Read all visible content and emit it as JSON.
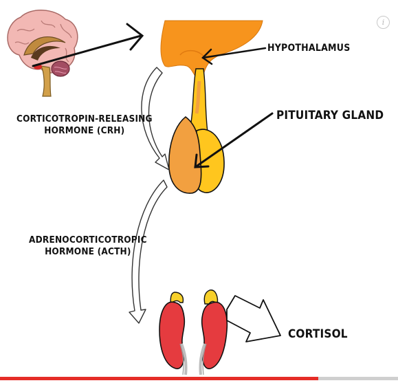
{
  "labels": {
    "hypothalamus": "HYPOTHALAMUS",
    "pituitary": "PITUITARY GLAND",
    "crh_line1": "CORTICOTROPIN-RELEASING",
    "crh_line2": "HORMONE (CRH)",
    "acth_line1": "ADRENOCORTICOTROPIC",
    "acth_line2": "HORMONE (ACTH)",
    "cortisol": "CORTISOL"
  },
  "info_icon": {
    "glyph": "i",
    "icon": "info-icon"
  },
  "video_progress": {
    "fraction": 0.8
  },
  "colors": {
    "hypothalamus": "#f7941d",
    "pituitary_anterior": "#f2a040",
    "pituitary_posterior": "#ffc61e",
    "kidney": "#e53b3f",
    "adrenal": "#f7d02a",
    "brain": "#f2b8b4",
    "progress": "#e52d27"
  }
}
